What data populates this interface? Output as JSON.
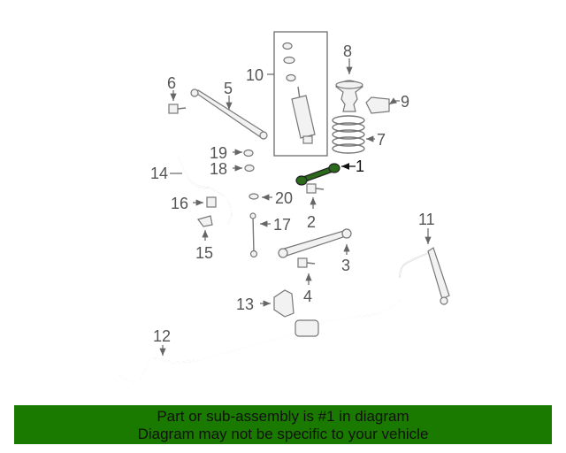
{
  "callouts": [
    "1",
    "2",
    "3",
    "4",
    "5",
    "6",
    "7",
    "8",
    "9",
    "10",
    "11",
    "12",
    "13",
    "14",
    "15",
    "16",
    "17",
    "18",
    "19",
    "20"
  ],
  "banner": {
    "line1": "Part or sub-assembly is #1 in diagram",
    "line2": "Diagram may not be specific to your vehicle"
  },
  "colors": {
    "banner_bg": "#1a7a00",
    "highlight_part": "#2a6a1a"
  }
}
